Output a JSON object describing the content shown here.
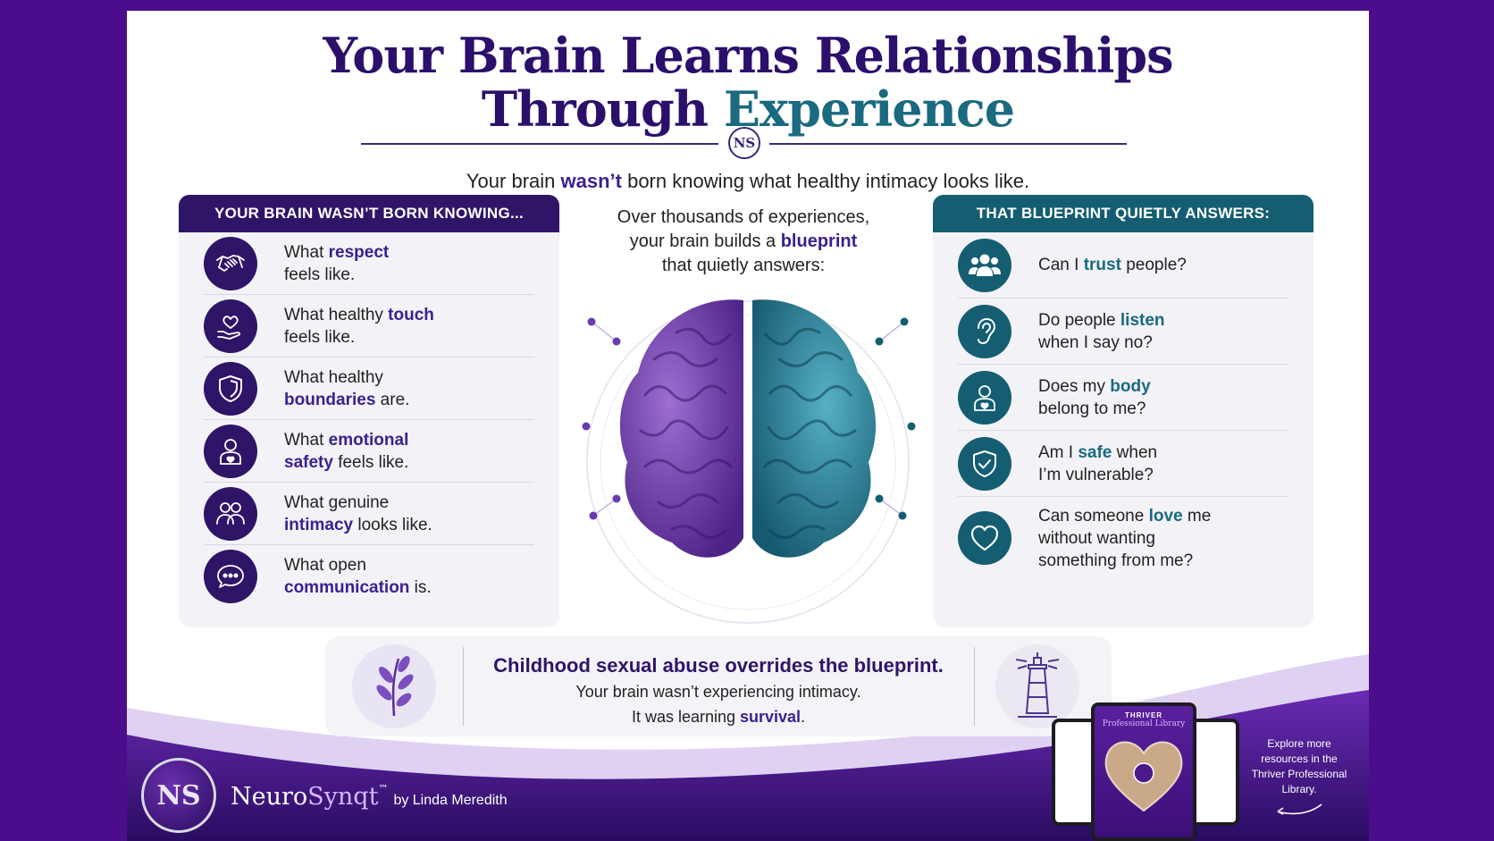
{
  "title": {
    "line1": "Your Brain Learns Relationships",
    "line2_part1": "Through ",
    "line2_accent": "Experience"
  },
  "badge": "NS",
  "subtitle": {
    "pre": "Your brain ",
    "bold": "wasn’t",
    "post": " born knowing what healthy intimacy looks like."
  },
  "left_panel": {
    "heading": "YOUR BRAIN WASN’T BORN KNOWING...",
    "items": [
      {
        "icon": "handshake-icon",
        "l1_pre": "What ",
        "l1_bold": "respect",
        "l1_post": "",
        "l2_pre": "feels like.",
        "l2_bold": "",
        "l2_post": ""
      },
      {
        "icon": "heart-hand-icon",
        "l1_pre": "What healthy ",
        "l1_bold": "touch",
        "l1_post": "",
        "l2_pre": "feels like.",
        "l2_bold": "",
        "l2_post": ""
      },
      {
        "icon": "shield-icon",
        "l1_pre": "What healthy",
        "l1_bold": "",
        "l1_post": "",
        "l2_pre": "",
        "l2_bold": "boundaries",
        "l2_post": " are."
      },
      {
        "icon": "person-heart-icon",
        "l1_pre": "What ",
        "l1_bold": "emotional",
        "l1_post": "",
        "l2_pre": "",
        "l2_bold": "safety",
        "l2_post": " feels like."
      },
      {
        "icon": "people-icon",
        "l1_pre": "What genuine",
        "l1_bold": "",
        "l1_post": "",
        "l2_pre": "",
        "l2_bold": "intimacy",
        "l2_post": " looks like."
      },
      {
        "icon": "chat-bubble-icon",
        "l1_pre": "What open",
        "l1_bold": "",
        "l1_post": "",
        "l2_pre": "",
        "l2_bold": "communication",
        "l2_post": " is."
      }
    ]
  },
  "center": {
    "line1": "Over thousands of experiences,",
    "line2_pre": "your brain builds a ",
    "line2_bold": "blueprint",
    "line3": "that quietly answers:"
  },
  "right_panel": {
    "heading": "THAT BLUEPRINT QUIETLY ANSWERS:",
    "items": [
      {
        "icon": "group-icon",
        "l1_pre": "Can I ",
        "l1_bold": "trust",
        "l1_post": " people?",
        "l2_pre": "",
        "l2_bold": "",
        "l2_post": "",
        "l3": ""
      },
      {
        "icon": "ear-icon",
        "l1_pre": "Do people ",
        "l1_bold": "listen",
        "l1_post": "",
        "l2_pre": "when I say no?",
        "l2_bold": "",
        "l2_post": "",
        "l3": ""
      },
      {
        "icon": "person-heart-icon",
        "l1_pre": "Does my ",
        "l1_bold": "body",
        "l1_post": "",
        "l2_pre": "belong to me?",
        "l2_bold": "",
        "l2_post": "",
        "l3": ""
      },
      {
        "icon": "shield-check-icon",
        "l1_pre": "Am I ",
        "l1_bold": "safe",
        "l1_post": " when",
        "l2_pre": "I’m vulnerable?",
        "l2_bold": "",
        "l2_post": "",
        "l3": ""
      },
      {
        "icon": "heart-icon",
        "l1_pre": "Can someone ",
        "l1_bold": "love",
        "l1_post": " me",
        "l2_pre": "without wanting",
        "l2_bold": "",
        "l2_post": "",
        "l3": "something from me?"
      }
    ]
  },
  "banner": {
    "heading": "Childhood sexual abuse overrides the blueprint.",
    "line1": "Your brain wasn’t experiencing intimacy.",
    "line2_pre": "It was learning ",
    "line2_bold": "survival",
    "line2_post": "."
  },
  "footer": {
    "logo": "NS",
    "brand_a": "Neuro",
    "brand_b": "Synqt",
    "brand_tm": "™",
    "brand_by": "by Linda Meredith",
    "tablet_title": "THRIVER",
    "tablet_sub": "Professional Library",
    "explore": "Explore more resources in the Thriver Professional Library."
  },
  "colors": {
    "purple_dark": "#2f1568",
    "teal": "#155e72",
    "background": "#4b0d8c"
  }
}
